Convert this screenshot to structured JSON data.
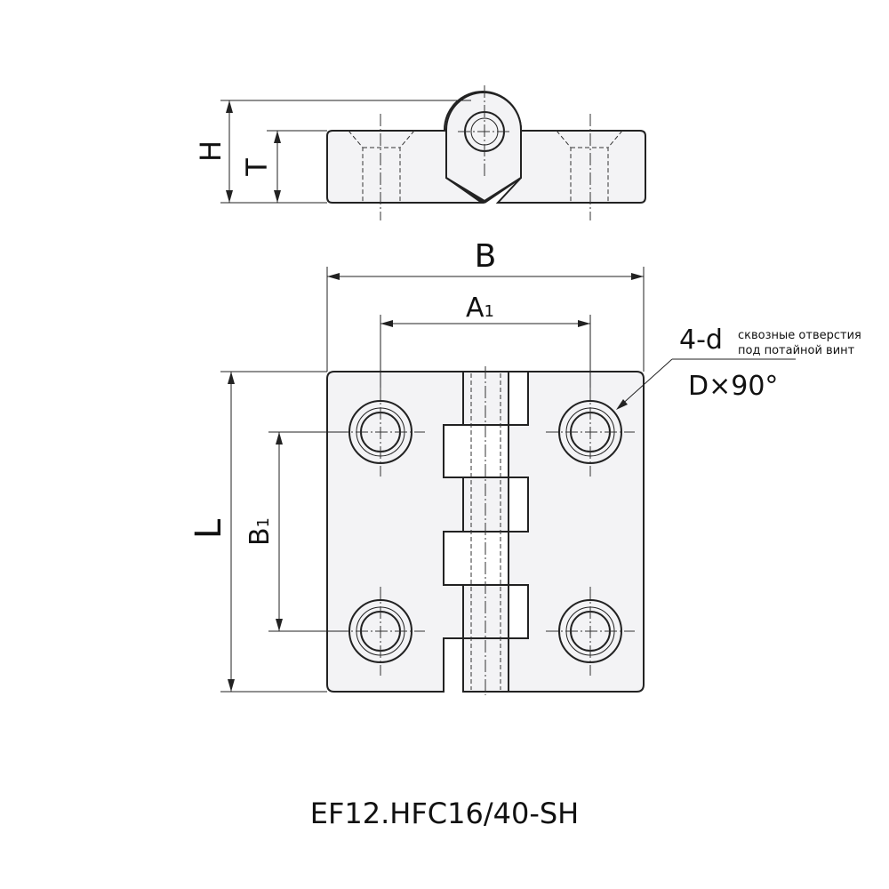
{
  "labels": {
    "H": "H",
    "T": "T",
    "B": "B",
    "A": "A",
    "A_sub": "1",
    "L": "L",
    "B1": "B",
    "B1_sub": "1",
    "hole_count": "4-d",
    "hole_note_line1": "сквозные отверстия",
    "hole_note_line2": "под потайной винт",
    "countersink": "D×90°"
  },
  "part_number": "EF12.HFC16/40-SH"
}
